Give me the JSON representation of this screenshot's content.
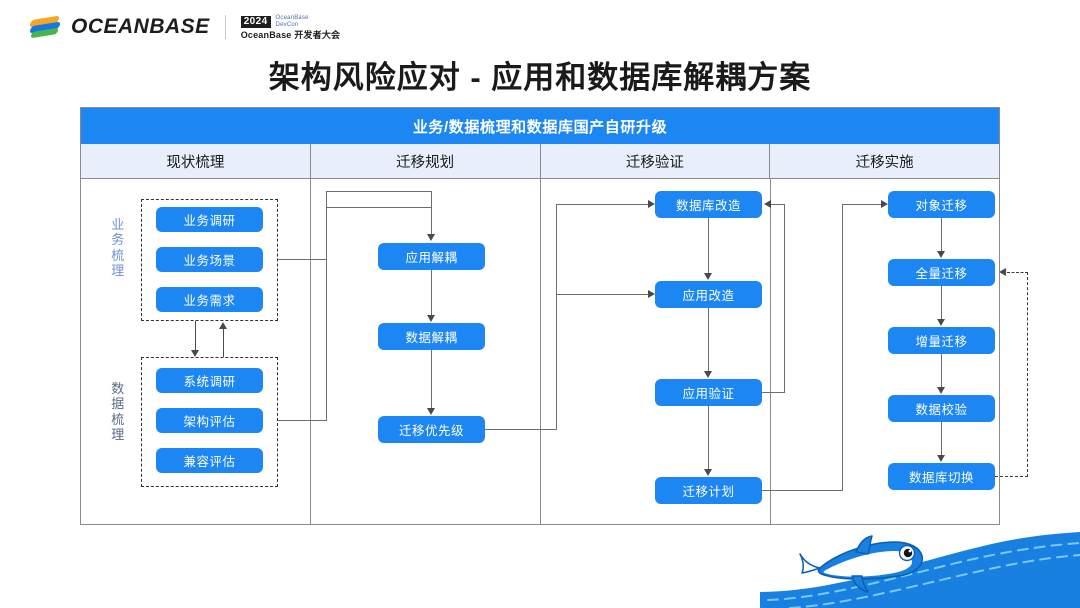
{
  "brand": {
    "logo_icon": "oceanbase-swoosh-icon",
    "wordmark": "OCEANBASE",
    "devcon_year": "2024",
    "devcon_en_line1": "OceanBase",
    "devcon_en_line2": "DevCon",
    "devcon_cn": "OceanBase 开发者大会"
  },
  "slide": {
    "title": "架构风险应对 - 应用和数据库解耦方案"
  },
  "diagram": {
    "banner": "业务/数据梳理和数据库国产自研升级",
    "columns": [
      {
        "label": "现状梳理"
      },
      {
        "label": "迁移规划"
      },
      {
        "label": "迁移验证"
      },
      {
        "label": "迁移实施"
      }
    ],
    "groups": [
      {
        "label": "业务梳理",
        "nodes": [
          "业务调研",
          "业务场景",
          "业务需求"
        ]
      },
      {
        "label": "数据梳理",
        "nodes": [
          "系统调研",
          "架构评估",
          "兼容评估"
        ]
      }
    ],
    "column2_nodes": [
      "应用解耦",
      "数据解耦",
      "迁移优先级"
    ],
    "column3_nodes": [
      "数据库改造",
      "应用改造",
      "应用验证",
      "迁移计划"
    ],
    "column4_nodes": [
      "对象迁移",
      "全量迁移",
      "增量迁移",
      "数据校验",
      "数据库切换"
    ]
  },
  "colors": {
    "node_blue": "#1c86f2",
    "banner_blue": "#1c86f2",
    "column_header_bg": "#e8eefb",
    "frame_border": "#8a8a8a",
    "wave_blue": "#1780e0",
    "wave_dash": "#7ec8f5"
  },
  "decoration": {
    "mascot": "dolphin-mascot-icon",
    "wave": "wave-graphic"
  }
}
